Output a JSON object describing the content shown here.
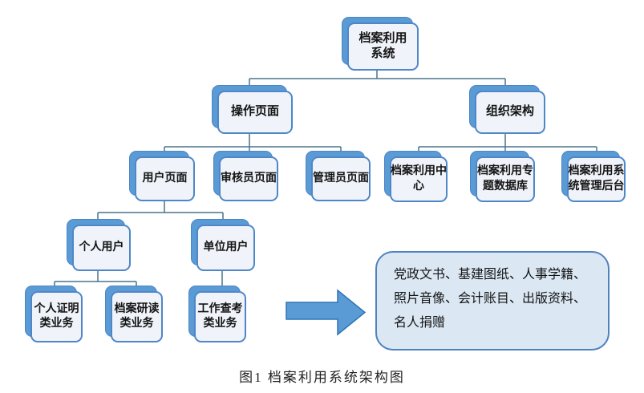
{
  "figure_caption": "图1 档案利用系统架构图",
  "diagram": {
    "nodes": {
      "root": {
        "label": "档案利用\n系统"
      },
      "operation_pages": {
        "label": "操作页面"
      },
      "org_structure": {
        "label": "组织架构"
      },
      "user_page": {
        "label": "用户页面"
      },
      "auditor_page": {
        "label": "审核员页面"
      },
      "admin_page": {
        "label": "管理员页面"
      },
      "archive_center": {
        "label": "档案利用中\n心"
      },
      "thematic_database": {
        "label": "档案利用专\n题数据库"
      },
      "system_backend": {
        "label": "档案利用系\n统管理后台"
      },
      "personal_user": {
        "label": "个人用户"
      },
      "org_user": {
        "label": "单位用户"
      },
      "personal_cert": {
        "label": "个人证明\n类业务"
      },
      "archive_reading": {
        "label": "档案研读\n类业务"
      },
      "work_reference": {
        "label": "工作查考\n类业务"
      }
    },
    "edges": [
      [
        "root",
        "operation_pages"
      ],
      [
        "root",
        "org_structure"
      ],
      [
        "operation_pages",
        "user_page"
      ],
      [
        "operation_pages",
        "auditor_page"
      ],
      [
        "operation_pages",
        "admin_page"
      ],
      [
        "org_structure",
        "archive_center"
      ],
      [
        "org_structure",
        "thematic_database"
      ],
      [
        "org_structure",
        "system_backend"
      ],
      [
        "user_page",
        "personal_user"
      ],
      [
        "user_page",
        "org_user"
      ],
      [
        "personal_user",
        "personal_cert"
      ],
      [
        "personal_user",
        "archive_reading"
      ],
      [
        "org_user",
        "work_reference"
      ]
    ],
    "info_box": {
      "label": "党政文书、基建图纸、人事学籍、\n照片音像、会计账目、出版资料、\n名人捐赠"
    },
    "colors": {
      "node_back_fill": "#5b9bd5",
      "node_front_fill": "#f0f4fa",
      "node_border": "#4e87c8",
      "connector_line": "#49758a",
      "arrow_fill": "#5b9bd5",
      "arrow_border": "#2e75b6",
      "info_fill": "#dbe8f4",
      "info_border": "#4f81bd"
    }
  }
}
